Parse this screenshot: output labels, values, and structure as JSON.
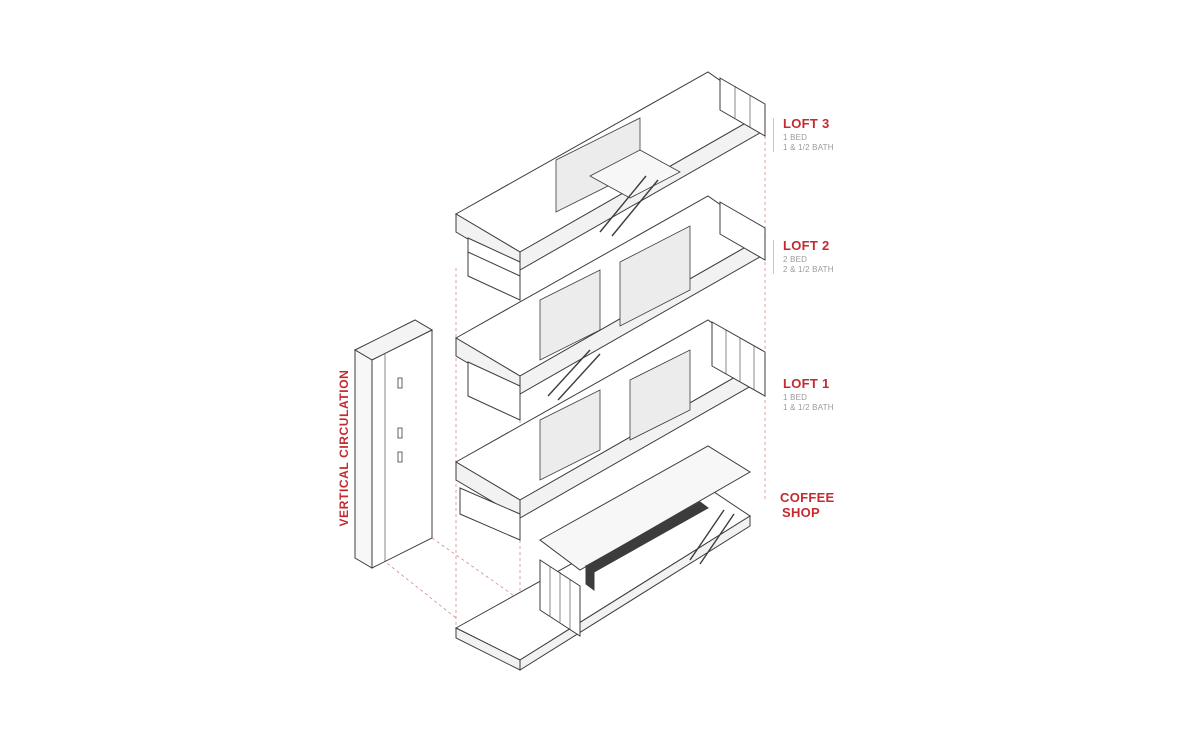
{
  "accent_color": "#c42a2e",
  "line_color": "#3c3c3c",
  "labels": {
    "vertical_circulation": "VERTICAL CIRCULATION",
    "loft3": {
      "title": "LOFT 3",
      "line1": "1 BED",
      "line2": "1 & 1/2 BATH"
    },
    "loft2": {
      "title": "LOFT 2",
      "line1": "2 BED",
      "line2": "2 & 1/2 BATH"
    },
    "loft1": {
      "title": "LOFT 1",
      "line1": "1 BED",
      "line2": "1 & 1/2 BATH"
    },
    "coffee": {
      "line1": "COFFEE",
      "line2": "SHOP"
    }
  }
}
